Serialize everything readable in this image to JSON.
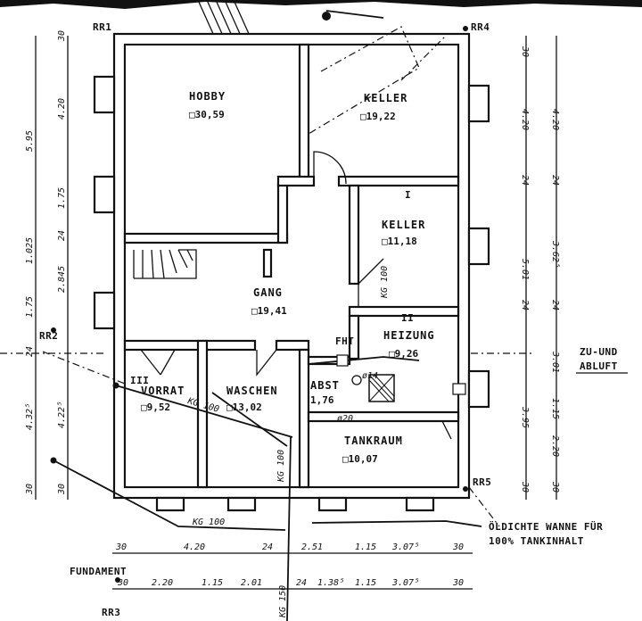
{
  "plan": {
    "rooms": [
      {
        "id": "hobby",
        "name": "HOBBY",
        "area": "□30,59"
      },
      {
        "id": "keller1",
        "name": "KELLER",
        "area": "□19,22"
      },
      {
        "id": "keller2",
        "name": "KELLER",
        "area": "□11,18"
      },
      {
        "id": "gang",
        "name": "GANG",
        "area": "□19,41"
      },
      {
        "id": "heizung",
        "name": "HEIZUNG",
        "area": "□9,26"
      },
      {
        "id": "vorrat",
        "name": "VORRAT",
        "area": "□9,52"
      },
      {
        "id": "waschen",
        "name": "WASCHEN",
        "area": "□13,02"
      },
      {
        "id": "abst",
        "name": "ABST",
        "area": "1,76"
      },
      {
        "id": "tankraum",
        "name": "TANKRAUM",
        "area": "□10,07"
      }
    ],
    "corners": [
      "RR1",
      "RR4",
      "RR2",
      "RR5",
      "RR3"
    ],
    "left_dims": [
      "30",
      "4.20",
      "5.95",
      "1.75",
      "24",
      "1.025",
      "2.845",
      "1.75",
      "24",
      "4.32⁵",
      "4.22⁵",
      "30",
      "30"
    ],
    "right_dims": [
      "30",
      "4.20",
      "4.20",
      "24",
      "24",
      "5.01",
      "3.62⁵",
      "24",
      "24",
      "3.01",
      "3.95",
      "1.15",
      "2.20",
      "30",
      "30"
    ],
    "bottom_dims_row1": [
      "30",
      "4.20",
      "24",
      "2.51",
      "1.15",
      "3.07⁵",
      "30"
    ],
    "bottom_dims_row2": [
      "30",
      "2.20",
      "1.15",
      "2.01",
      "24",
      "1.38⁵",
      "1.15",
      "3.07⁵",
      "30"
    ],
    "pipes": [
      "KG 100",
      "KG 100",
      "KG 100",
      "KG 100",
      "KG 150"
    ],
    "symbols": [
      "FHT",
      "ø14",
      "ø20",
      "I",
      "II",
      "III"
    ],
    "notes": {
      "zu_abluft_1": "ZU-UND",
      "zu_abluft_2": "ABLUFT",
      "oil_1": "ÖLDICHTE WANNE FÜR",
      "oil_2": "100% TANKINHALT",
      "fundament": "FUNDAMENT"
    }
  }
}
